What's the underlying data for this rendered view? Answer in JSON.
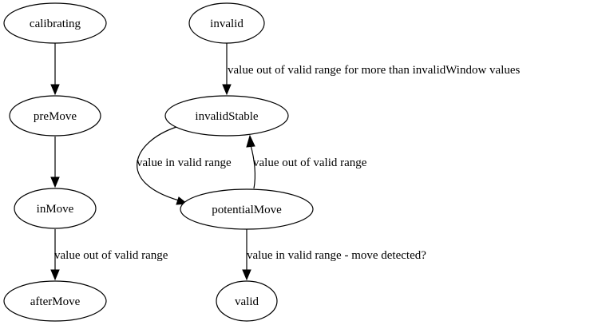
{
  "nodes": {
    "calibrating": "calibrating",
    "pre_move": "preMove",
    "in_move": "inMove",
    "after_move": "afterMove",
    "invalid": "invalid",
    "invalid_stable": "invalidStable",
    "potential_move": "potentialMove",
    "valid": "valid"
  },
  "edges": {
    "invalid_to_invalid_stable": "value out of valid range for more than invalidWindow values",
    "invalid_stable_to_potential_move": "value in valid range",
    "potential_move_to_invalid_stable": "value out of valid range",
    "in_move_to_after_move": "value out of valid range",
    "potential_move_to_valid": "value in valid range - move detected?"
  }
}
